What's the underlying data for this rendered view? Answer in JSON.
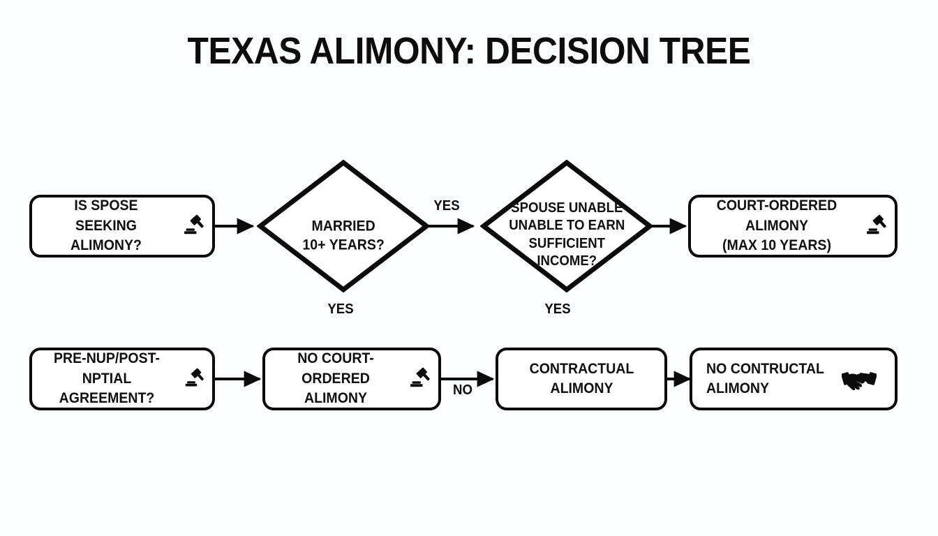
{
  "title": "TEXAS ALIMONY: DECISION TREE",
  "colors": {
    "background": "#fbfcfd",
    "stroke": "#0b0b0b",
    "text": "#101010",
    "node_fill": "#ffffff"
  },
  "diagram": {
    "type": "decision-tree",
    "nodes": [
      {
        "id": "start",
        "shape": "rounded-rect",
        "text": "IS SPOSE SEEKING\nALIMONY?",
        "icon": "gavel-icon"
      },
      {
        "id": "married-10",
        "shape": "diamond",
        "text": "MARRIED\n10+ YEARS?",
        "icon": null
      },
      {
        "id": "spouse-unable",
        "shape": "diamond",
        "text": "SPOUSE UNABLE\nUNABLE TO EARN\nSUFFICIENT\nINCOME?",
        "icon": null
      },
      {
        "id": "court-ordered",
        "shape": "rounded-rect",
        "text": "COURT-ORDERED ALIMONY\n(MAX 10 YEARS)",
        "icon": "gavel-icon"
      },
      {
        "id": "prenup",
        "shape": "rounded-rect",
        "text": "PRE-NUP/POST-NPTIAL\nAGREEMENT?",
        "icon": "gavel-icon"
      },
      {
        "id": "no-court-ordered",
        "shape": "rounded-rect",
        "text": "NO COURT-ORDERED\nALIMONY",
        "icon": "gavel-icon"
      },
      {
        "id": "contractual",
        "shape": "rounded-rect",
        "text": "CONTRACTUAL\nALIMONY",
        "icon": null
      },
      {
        "id": "no-contractual",
        "shape": "rounded-rect",
        "text": "NO CONTRUCTAL\nALIMONY",
        "icon": "handshake-icon"
      }
    ],
    "edge_labels": {
      "yes_between_diamonds": "YES",
      "yes_below_left_diamond": "YES",
      "yes_below_right_diamond": "YES",
      "no_bottom_row": "NO"
    }
  }
}
